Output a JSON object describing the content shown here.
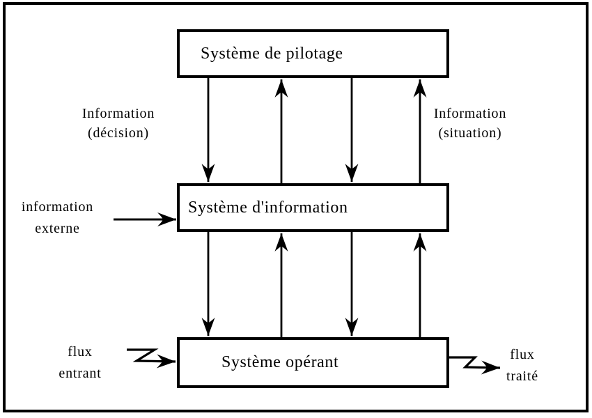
{
  "boxes": {
    "pilotage": "Système de pilotage",
    "information": "Système d'information",
    "operant": "Système opérant"
  },
  "labels": {
    "info_decision": {
      "line1": "Information",
      "line2": "(décision)"
    },
    "info_situation": {
      "line1": "Information",
      "line2": "(situation)"
    },
    "info_externe": {
      "line1": "information",
      "line2": "externe"
    },
    "flux_entrant": {
      "line1": "flux",
      "line2": "entrant"
    },
    "flux_traite": {
      "line1": "flux",
      "line2": "traité"
    }
  },
  "colors": {
    "ink": "#000000",
    "background": "#ffffff"
  },
  "arrows": [
    {
      "id": "pilotage-to-information-left",
      "from": "Système de pilotage",
      "to": "Système d'information",
      "direction": "down"
    },
    {
      "id": "information-to-pilotage-inner",
      "from": "Système d'information",
      "to": "Système de pilotage",
      "direction": "up"
    },
    {
      "id": "pilotage-to-information-right",
      "from": "Système de pilotage",
      "to": "Système d'information",
      "direction": "down"
    },
    {
      "id": "information-to-pilotage-outer",
      "from": "Système d'information",
      "to": "Système de pilotage",
      "direction": "up"
    },
    {
      "id": "information-to-operant-left",
      "from": "Système d'information",
      "to": "Système opérant",
      "direction": "down"
    },
    {
      "id": "operant-to-information-inner",
      "from": "Système opérant",
      "to": "Système d'information",
      "direction": "up"
    },
    {
      "id": "information-to-operant-right",
      "from": "Système d'information",
      "to": "Système opérant",
      "direction": "down"
    },
    {
      "id": "operant-to-information-outer",
      "from": "Système opérant",
      "to": "Système d'information",
      "direction": "up"
    },
    {
      "id": "externe-to-information",
      "label": "information externe",
      "to": "Système d'information",
      "direction": "right",
      "style": "straight"
    },
    {
      "id": "flux-entrant-to-operant",
      "label": "flux entrant",
      "to": "Système opérant",
      "direction": "right",
      "style": "zigzag"
    },
    {
      "id": "operant-to-flux-traite",
      "label": "flux traité",
      "from": "Système opérant",
      "direction": "right",
      "style": "zigzag"
    }
  ]
}
